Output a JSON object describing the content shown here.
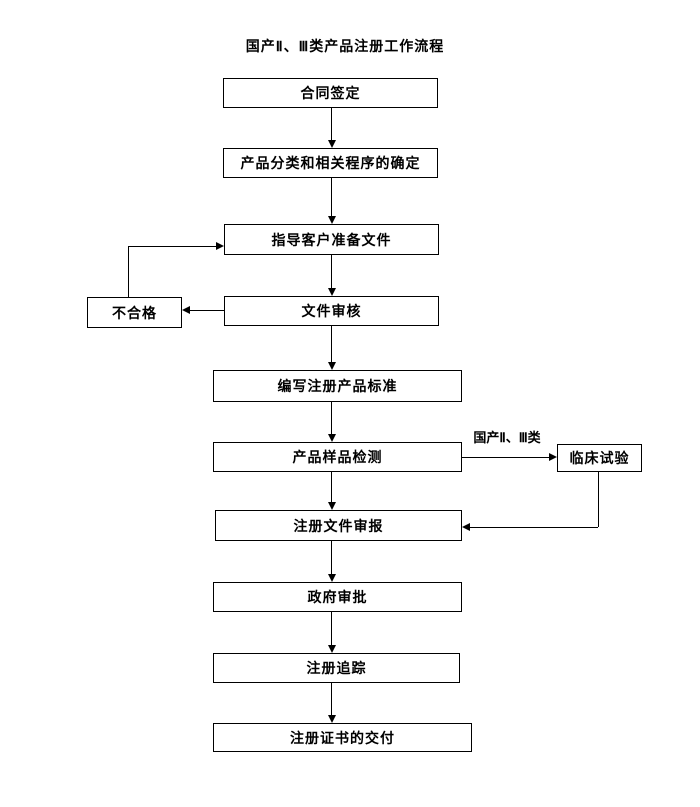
{
  "flowchart": {
    "title": "国产Ⅱ、Ⅲ类产品注册工作流程",
    "main_steps": [
      {
        "label": "合同签定"
      },
      {
        "label": "产品分类和相关程序的确定"
      },
      {
        "label": "指导客户准备文件"
      },
      {
        "label": "文件审核"
      },
      {
        "label": "编写注册产品标准"
      },
      {
        "label": "产品样品检测"
      },
      {
        "label": "注册文件审报"
      },
      {
        "label": "政府审批"
      },
      {
        "label": "注册追踪"
      },
      {
        "label": "注册证书的交付"
      }
    ],
    "feedback_node": {
      "label": "不合格"
    },
    "branch": {
      "condition_label": "国产Ⅱ、Ⅲ类",
      "target_node": {
        "label": "临床试验"
      }
    },
    "colors": {
      "background": "#ffffff",
      "box_fill": "#ffffff",
      "box_border": "#000000",
      "line": "#000000",
      "text": "#000000"
    }
  }
}
